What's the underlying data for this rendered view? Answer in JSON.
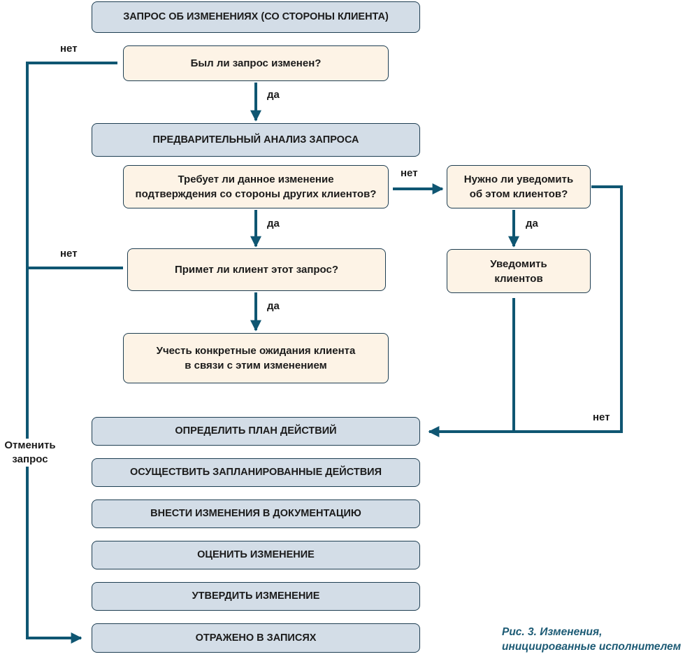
{
  "steps": {
    "request": "ЗАПРОС ОБ ИЗМЕНЕНИЯХ (СО СТОРОНЫ КЛИЕНТА)",
    "preliminary": "ПРЕДВАРИТЕЛЬНЫЙ АНАЛИЗ ЗАПРОСА",
    "plan": "ОПРЕДЕЛИТЬ ПЛАН ДЕЙСТВИЙ",
    "implement": "ОСУЩЕСТВИТЬ ЗАПЛАНИРОВАННЫЕ ДЕЙСТВИЯ",
    "document": "ВНЕСТИ ИЗМЕНЕНИЯ В ДОКУМЕНТАЦИЮ",
    "evaluate": "ОЦЕНИТЬ ИЗМЕНЕНИЕ",
    "approve": "УТВЕРДИТЬ ИЗМЕНЕНИЕ",
    "recorded": "ОТРАЖЕНО В ЗАПИСЯХ"
  },
  "questions": {
    "changed": "Был ли запрос изменен?",
    "confirmation": "Требует ли данное изменение\nподтверждения со стороны других клиентов?",
    "notify_q": "Нужно ли уведомить\nоб этом клиентов?",
    "accept": "Примет ли клиент этот запрос?",
    "expectations": "Учесть конкретные ожидания клиента\nв связи с этим изменением",
    "notify_do": "Уведомить\nклиентов"
  },
  "labels": {
    "no_1": "нет",
    "yes_1": "да",
    "no_2": "нет",
    "yes_2": "да",
    "no_3": "нет",
    "yes_3": "да",
    "yes_4": "да",
    "no_4": "нет",
    "cancel": "Отменить\nзапрос"
  },
  "caption": "Рис. 3. Изменения,\nинициированные исполнителем",
  "colors": {
    "line": "#0f5672",
    "step_fill": "#d3dde7",
    "question_fill": "#fdf3e6",
    "caption": "#1d5b75"
  }
}
